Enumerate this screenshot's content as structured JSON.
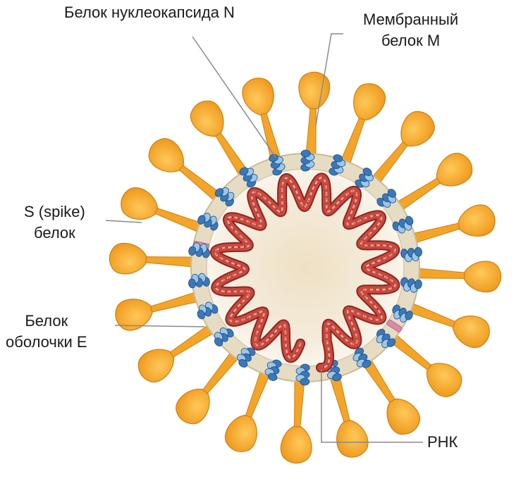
{
  "labels": {
    "nucleocapsid": "Белок нуклеокапсида N",
    "membrane_line1": "Мембранный",
    "membrane_line2": "белок М",
    "spike_line1": "S (spike)",
    "spike_line2": "белок",
    "envelope_line1": "Белок",
    "envelope_line2": "оболочки Е",
    "rna": "РНК"
  },
  "colors": {
    "spike": "#f3a52a",
    "spike_dark": "#d07f10",
    "membrane_ring": "#e6dcc3",
    "membrane_edge": "#c9bb96",
    "core": "#f1e7d4",
    "rna": "#c8493e",
    "rna_dark": "#8c2621",
    "m_protein": "#3a78b8",
    "m_protein_light": "#9cc6ea",
    "e_protein": "#d98aa7",
    "leader": "#8a8a8a"
  },
  "structure": {
    "spike_count": 20,
    "m_protein_count": 22,
    "rna_wave_count": 15
  }
}
